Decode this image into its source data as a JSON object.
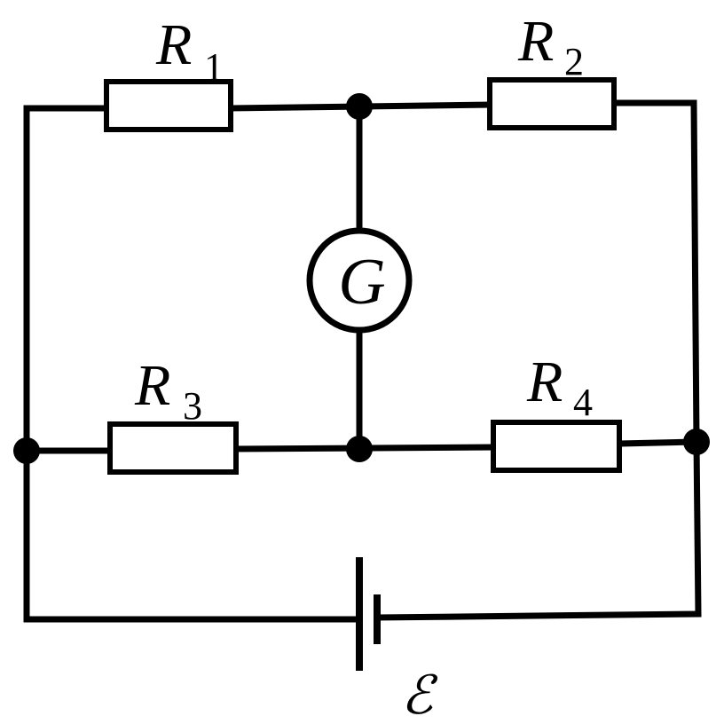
{
  "labels": {
    "r1": {
      "main": "R",
      "sub": "1"
    },
    "r2": {
      "main": "R",
      "sub": "2"
    },
    "r3": {
      "main": "R",
      "sub": "3"
    },
    "r4": {
      "main": "R",
      "sub": "4"
    },
    "galvanometer": "G",
    "emf": "ℰ"
  }
}
